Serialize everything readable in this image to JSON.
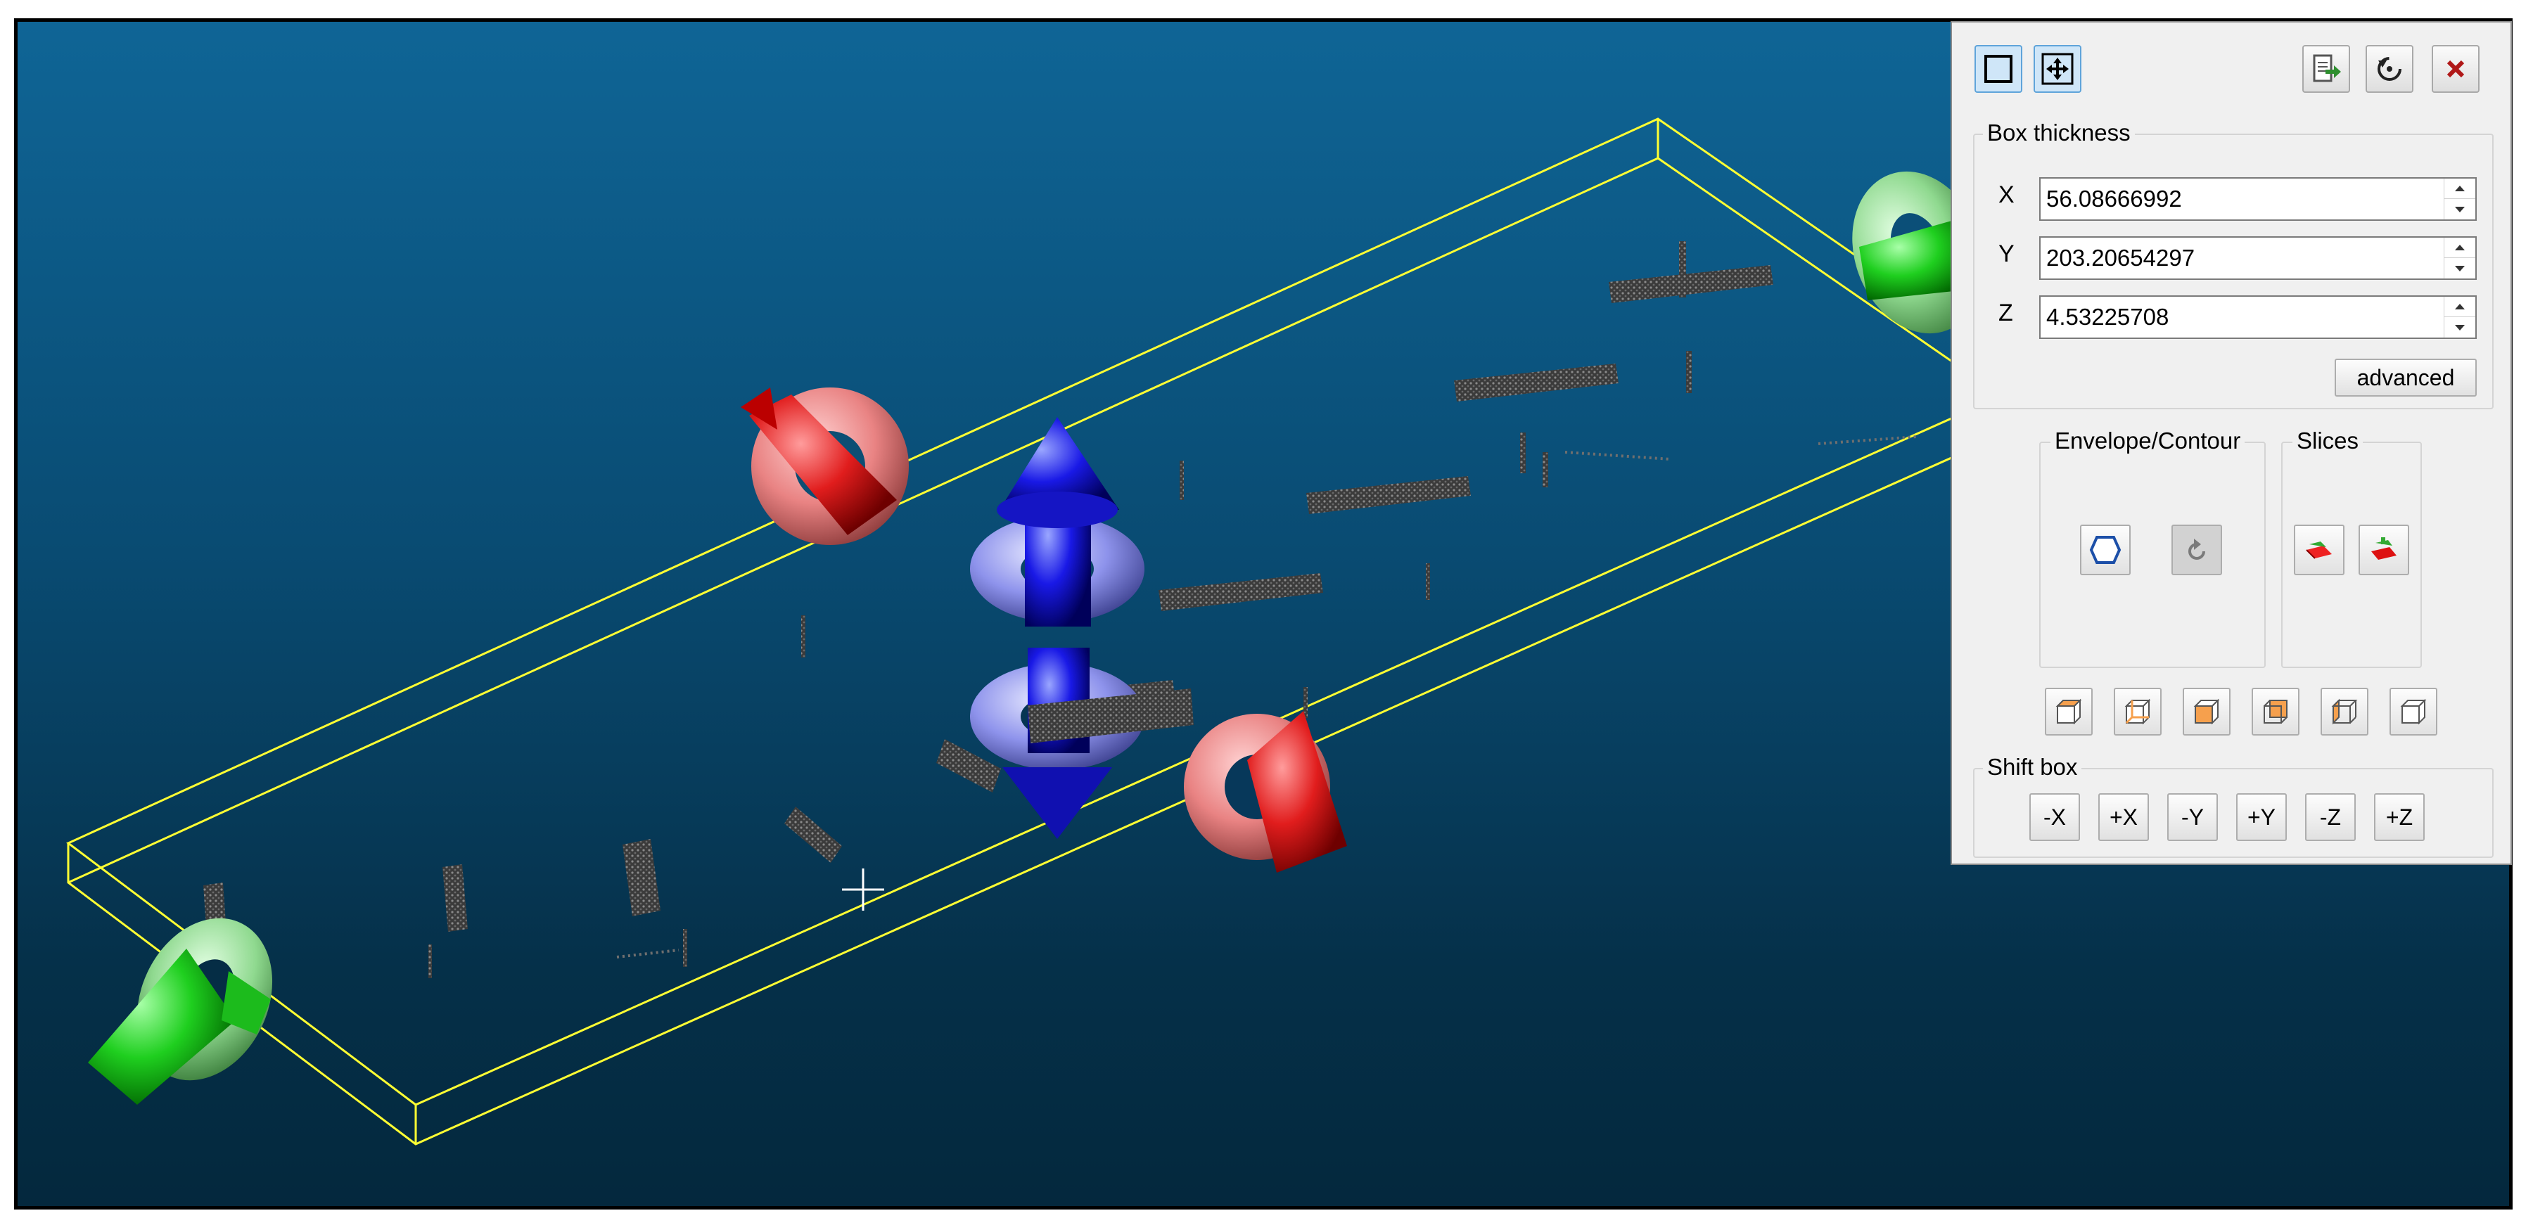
{
  "panel": {
    "toolbar": {
      "select_box_icon": "square-icon",
      "move_icon": "move-icon",
      "export_icon": "export-icon",
      "reset_icon": "reset-icon",
      "close_icon": "close-icon"
    },
    "box_thickness": {
      "title": "Box thickness",
      "x_label": "X",
      "x_value": "56.08666992",
      "y_label": "Y",
      "y_value": "203.20654297",
      "z_label": "Z",
      "z_value": "4.53225708",
      "advanced_label": "advanced"
    },
    "envelope_contour": {
      "title": "Envelope/Contour"
    },
    "slices": {
      "title": "Slices"
    },
    "shift_box": {
      "title": "Shift box",
      "buttons": [
        "-X",
        "+X",
        "-Y",
        "+Y",
        "-Z",
        "+Z"
      ]
    }
  },
  "colors": {
    "bbox_line": "#ffff33",
    "x_axis": "#e01a1a",
    "y_axis": "#22c522",
    "z_axis": "#1313e0",
    "background_top": "#0f6596",
    "background_bottom": "#04283d"
  }
}
